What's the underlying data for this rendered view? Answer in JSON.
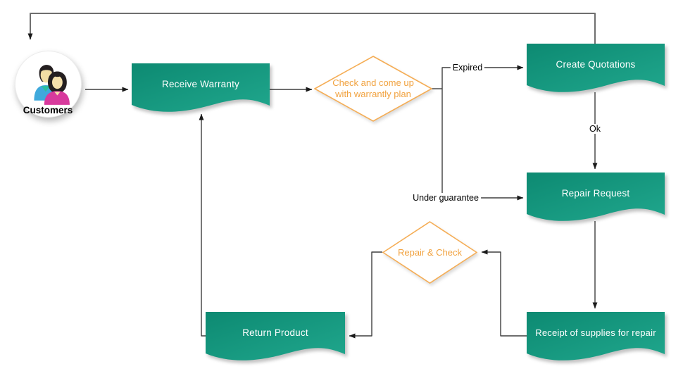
{
  "diagram": {
    "nodes": {
      "customers": {
        "label": "Customers"
      },
      "receive_warranty": {
        "label": "Receive Warranty"
      },
      "check_plan": {
        "line1": "Check and come up",
        "line2": "with warrantly plan"
      },
      "create_quotations": {
        "label": "Create Quotations"
      },
      "repair_request": {
        "label": "Repair Request"
      },
      "repair_check": {
        "label": "Repair & Check"
      },
      "receipt_supplies": {
        "label": "Receipt of supplies for repair"
      },
      "return_product": {
        "label": "Return Product"
      }
    },
    "edge_labels": {
      "expired": "Expired",
      "ok": "Ok",
      "under_guarantee": "Under guarantee"
    },
    "icons": {
      "customers_icon": "two-people-icon"
    }
  },
  "colors": {
    "node_gradient_start": "#0d8a72",
    "node_gradient_end": "#20a78d",
    "node_text": "#ffffff",
    "diamond_stroke": "#f5ad55",
    "diamond_text": "#f1a23f",
    "connector": "#3f3f3f",
    "connector_feedback": "#6f6f6f",
    "label_text": "#000000",
    "background": "#ffffff"
  }
}
